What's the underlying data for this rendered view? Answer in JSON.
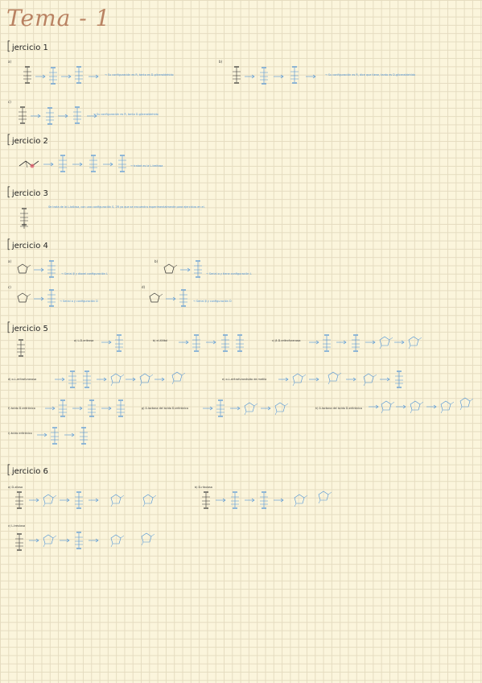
{
  "page": {
    "title": "Tema - 1"
  },
  "colors": {
    "ink_blue": "#4a90d6",
    "ink_black": "#2a2a2a",
    "title": "#b98262",
    "paper": "#fbf5dc",
    "grid": "#e5dcc0",
    "highlight": "#e06070"
  },
  "exercises": [
    {
      "id": "1",
      "heading": "jercicio 1",
      "parts": [
        {
          "label": "a)",
          "note": "→ Su configuración es R, tanto es D-gliceraldehído"
        },
        {
          "label": "b)",
          "note": "→ Su configuración es R, dice que tiene, tanto es D-gliceraldehído"
        },
        {
          "label": "c)",
          "note": "→ Su configuración es R, tanto D-gliceraldehído"
        }
      ]
    },
    {
      "id": "2",
      "heading": "jercicio 2",
      "parts": [
        {
          "label": "",
          "note": "→ tratad es la L-treitosa"
        }
      ]
    },
    {
      "id": "3",
      "heading": "jercicio 3",
      "parts": [
        {
          "label": "",
          "note": "Se trata de la L-tallosa, con una configuración S, 2R ya que se encuentra experimentalmente para ejercicios en el."
        }
      ]
    },
    {
      "id": "4",
      "heading": "jercicio 4",
      "parts": [
        {
          "label": "a)",
          "note": "→ Serial β y dioxel configuración L"
        },
        {
          "label": "b)",
          "note": "→ Serial α y tiene configuración L"
        },
        {
          "label": "c)",
          "note": "→ Serial α y configuración D"
        },
        {
          "label": "d)",
          "note": "→ Serial β y configuración D"
        }
      ]
    },
    {
      "id": "5",
      "heading": "jercicio 5",
      "parts": [
        {
          "label": "a) L-D-eritrosa",
          "note": ""
        },
        {
          "label": "b) el-Xilitol",
          "note": ""
        },
        {
          "label": "c) β-D-eritrofuranosa",
          "note": ""
        },
        {
          "label": "d) α-L-eritrofuranosa",
          "note": ""
        },
        {
          "label": "e) α-L-eritrofuranósido de metilo",
          "note": ""
        },
        {
          "label": "f) ácido D-eritrónico",
          "note": ""
        },
        {
          "label": "g) δ-lactona del ácido D-eritrónico",
          "note": ""
        },
        {
          "label": "h) δ-lactona del ácido D-eritrónico",
          "note": ""
        },
        {
          "label": "i) ácido eritrónico",
          "note": ""
        }
      ]
    },
    {
      "id": "6",
      "heading": "jercicio 6",
      "parts": [
        {
          "label": "a) D-xilosa",
          "note": ""
        },
        {
          "label": "b) D-ribulosa",
          "note": ""
        },
        {
          "label": "c) L-treulosa",
          "note": ""
        }
      ]
    }
  ]
}
